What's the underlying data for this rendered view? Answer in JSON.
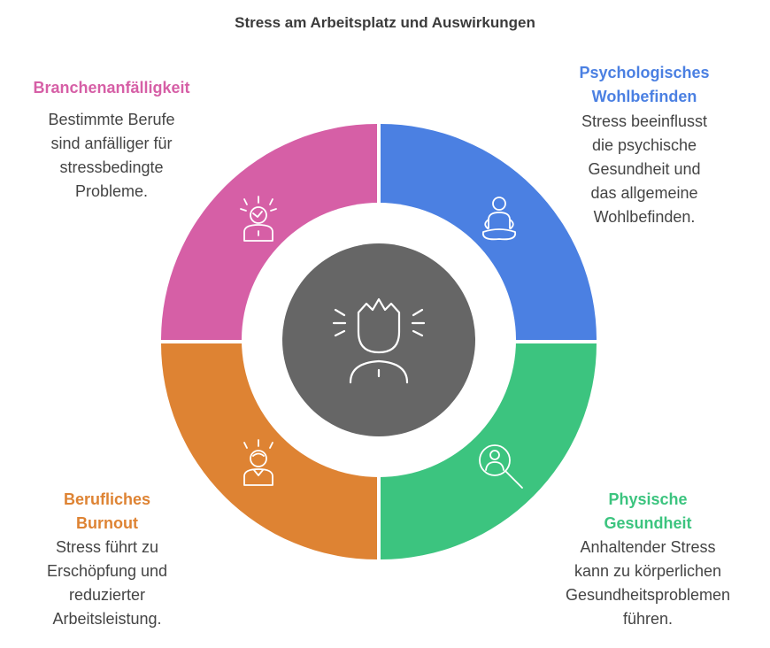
{
  "title": "Stress am Arbeitsplatz und Auswirkungen",
  "center": {
    "icon": "stressed-person-icon",
    "color": "#666666"
  },
  "segments": [
    {
      "key": "branchen",
      "title": "Branchenanfälligkeit",
      "text": "Bestimmte Berufe\nsind anfälliger für\nstressbedingte\nProbleme.",
      "color": "#d65fa6",
      "icon": "stressed-head-icon"
    },
    {
      "key": "psych",
      "title": "Psychologisches\nWohlbefinden",
      "text": "Stress beeinflusst\ndie psychische\nGesundheit und\ndas allgemeine\nWohlbefinden.",
      "color": "#4b80e2",
      "icon": "meditation-icon"
    },
    {
      "key": "phys",
      "title": "Physische\nGesundheit",
      "text": "Anhaltender Stress\nkann zu körperlichen\nGesundheitsproblemen\nführen.",
      "color": "#3cc47f",
      "icon": "health-search-icon"
    },
    {
      "key": "burnout",
      "title": "Berufliches\nBurnout",
      "text": "Stress führt zu\nErschöpfung und\nreduzierter\nArbeitsleistung.",
      "color": "#de8333",
      "icon": "burnout-person-icon"
    }
  ]
}
